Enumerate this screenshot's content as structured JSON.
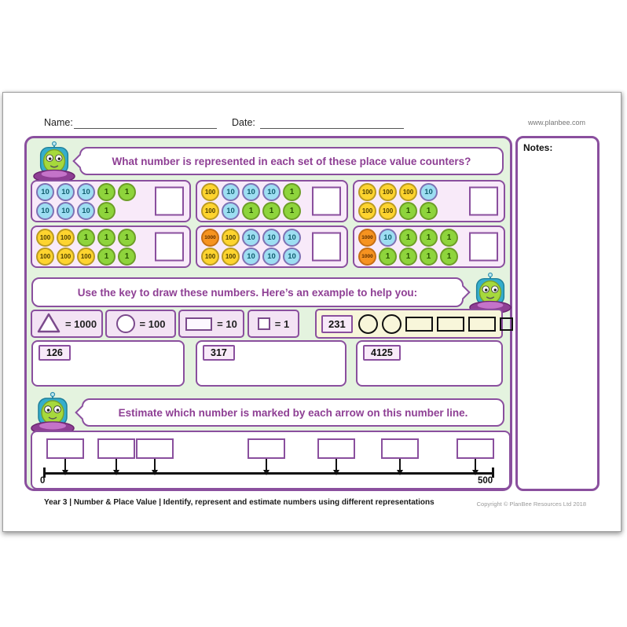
{
  "header": {
    "name_label": "Name:",
    "date_label": "Date:",
    "website": "www.planbee.com"
  },
  "notes": {
    "label": "Notes:"
  },
  "section1": {
    "prompt": "What number is represented in each set of these place value counters?",
    "counter_boxes": [
      {
        "rows": [
          [
            10,
            10,
            10,
            1,
            1
          ],
          [
            10,
            10,
            10,
            1
          ]
        ]
      },
      {
        "rows": [
          [
            100,
            10,
            10,
            10,
            1
          ],
          [
            100,
            10,
            1,
            1,
            1
          ]
        ]
      },
      {
        "rows": [
          [
            100,
            100,
            100,
            10
          ],
          [
            100,
            100,
            1,
            1
          ]
        ]
      },
      {
        "rows": [
          [
            100,
            100,
            1,
            1,
            1
          ],
          [
            100,
            100,
            100,
            1,
            1
          ]
        ]
      },
      {
        "rows": [
          [
            1000,
            100,
            10,
            10,
            10
          ],
          [
            100,
            100,
            10,
            10,
            10
          ]
        ]
      },
      {
        "rows": [
          [
            1000,
            10,
            1,
            1,
            1
          ],
          [
            1000,
            1,
            1,
            1,
            1
          ]
        ]
      }
    ]
  },
  "section2": {
    "prompt": "Use the key to draw these numbers. Here’s an example to help you:",
    "key": [
      {
        "shape": "triangle",
        "label": "= 1000"
      },
      {
        "shape": "circle",
        "label": "= 100"
      },
      {
        "shape": "rect",
        "label": "= 10"
      },
      {
        "shape": "square",
        "label": "= 1"
      }
    ],
    "example": {
      "number": "231",
      "shapes": [
        "circle",
        "circle",
        "rect",
        "rect",
        "rect",
        "square"
      ]
    },
    "problems": [
      "126",
      "317",
      "4125"
    ]
  },
  "section3": {
    "prompt": "Estimate which number is marked by each arrow on this number line.",
    "number_line": {
      "start_label": "0",
      "end_label": "500",
      "arrow_positions_pct": [
        4.9,
        16.2,
        24.8,
        49.4,
        64.9,
        79.1,
        95.8
      ]
    }
  },
  "footer": {
    "text": "Year 3 | Number & Place Value | Identify, represent and estimate numbers using different representations",
    "copyright": "Copyright © PlanBee Resources Ltd 2018"
  },
  "colors": {
    "border_purple": "#8a4f9e",
    "text_purple": "#8e3f94",
    "panel_green": "#e4f3df",
    "box_pink": "#f8eaf9",
    "example_cream": "#f8f6da",
    "counter_blue": "#9edef2",
    "counter_green": "#8ed43c",
    "counter_yellow": "#fed42f",
    "counter_orange": "#f69320"
  }
}
